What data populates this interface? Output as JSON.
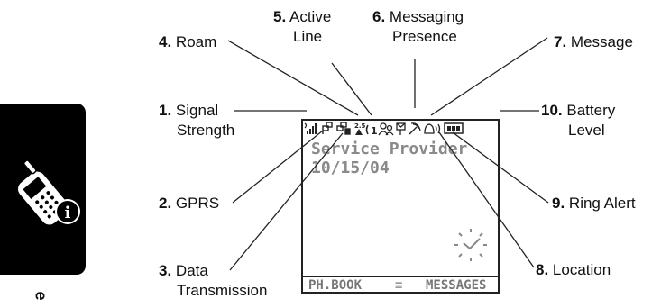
{
  "labels": [
    {
      "num": "1.",
      "text": "Signal",
      "text2": "Strength"
    },
    {
      "num": "2.",
      "text": "GPRS"
    },
    {
      "num": "3.",
      "text": "Data",
      "text2": "Transmission"
    },
    {
      "num": "4.",
      "text": "Roam"
    },
    {
      "num": "5.",
      "text": "Active",
      "text2": "Line"
    },
    {
      "num": "6.",
      "text": "Messaging",
      "text2": "Presence"
    },
    {
      "num": "7.",
      "text": "Message"
    },
    {
      "num": "8.",
      "text": "Location"
    },
    {
      "num": "9.",
      "text": "Ring Alert"
    },
    {
      "num": "10.",
      "text": "Battery",
      "text2": "Level"
    }
  ],
  "screen": {
    "provider": "Service Provider",
    "date": "10/15/04",
    "left_softkey": "PH.BOOK",
    "menu_symbol": "≡",
    "right_softkey": "MESSAGES",
    "status_roam": "2.5"
  },
  "side_tab": {
    "letter": "e",
    "icons": [
      "phone-icon",
      "info-icon"
    ]
  }
}
